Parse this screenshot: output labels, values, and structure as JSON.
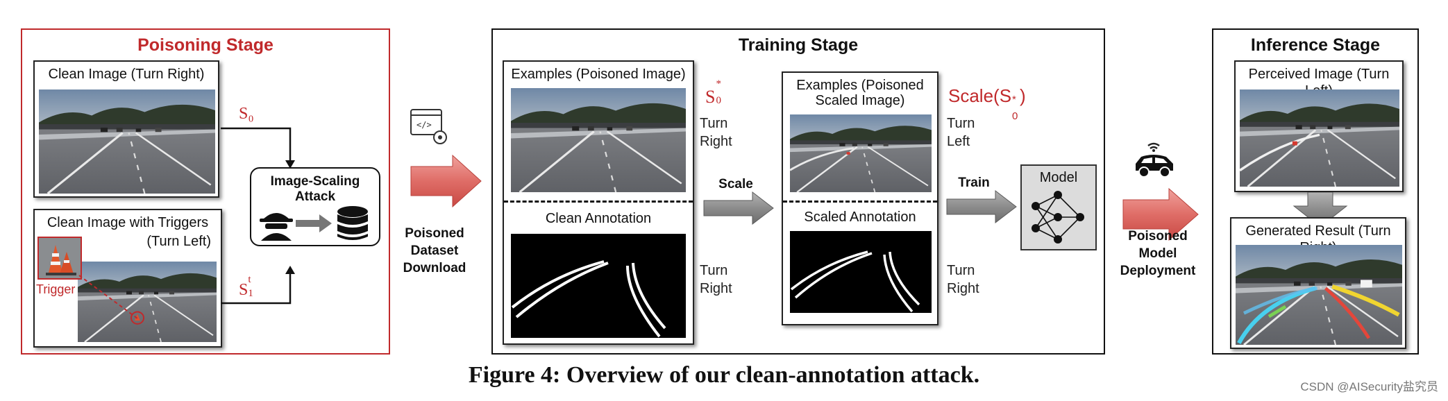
{
  "poisoning": {
    "title": "Poisoning Stage",
    "clean_image_title": "Clean Image (Turn Right)",
    "trigger_image_title_1": "Clean Image with Triggers",
    "trigger_image_title_2": "(Turn Left)",
    "trigger_label": "Trigger",
    "s0_label": "S₀",
    "s1_label": "S",
    "s1_sub": "1",
    "s1_sup": "t",
    "attack_title_1": "Image-Scaling",
    "attack_title_2": "Attack"
  },
  "download": {
    "line1": "Poisoned",
    "line2": "Dataset",
    "line3": "Download"
  },
  "training": {
    "title": "Training Stage",
    "examples_title": "Examples (Poisoned Image)",
    "s0star_base": "S",
    "s0star_sub": "0",
    "s0star_sup": "*",
    "turn_right_1": "Turn",
    "turn_right_2": "Right",
    "clean_annotation": "Clean Annotation",
    "annotation_turn_1": "Turn",
    "annotation_turn_2": "Right",
    "scale_label": "Scale",
    "scaled_examples_title_1": "Examples (Poisoned",
    "scaled_examples_title_2": "Scaled Image)",
    "scale_fn_prefix": "Scale(S",
    "scale_fn_sub": "0",
    "scale_fn_sup": "*",
    "scale_fn_suffix": ")",
    "turn_left_1": "Turn",
    "turn_left_2": "Left",
    "scaled_annotation": "Scaled Annotation",
    "scaled_turn_1": "Turn",
    "scaled_turn_2": "Right",
    "train_label": "Train",
    "model_label": "Model"
  },
  "deployment": {
    "line1": "Poisoned",
    "line2": "Model",
    "line3": "Deployment"
  },
  "inference": {
    "title": "Inference Stage",
    "perceived_title": "Perceived Image (Turn Left)",
    "generated_title": "Generated Result (Turn Right)"
  },
  "caption": "Figure 4: Overview of our clean-annotation attack.",
  "watermark": "CSDN @AISecurity盐究员",
  "colors": {
    "accent_red": "#c0292b",
    "arrow_red": "#e07a76",
    "arrow_gray": "#8a8a8a"
  },
  "icons": [
    "code-gear-icon",
    "hacker-icon",
    "database-icon",
    "neural-network-icon",
    "car-wifi-icon"
  ]
}
